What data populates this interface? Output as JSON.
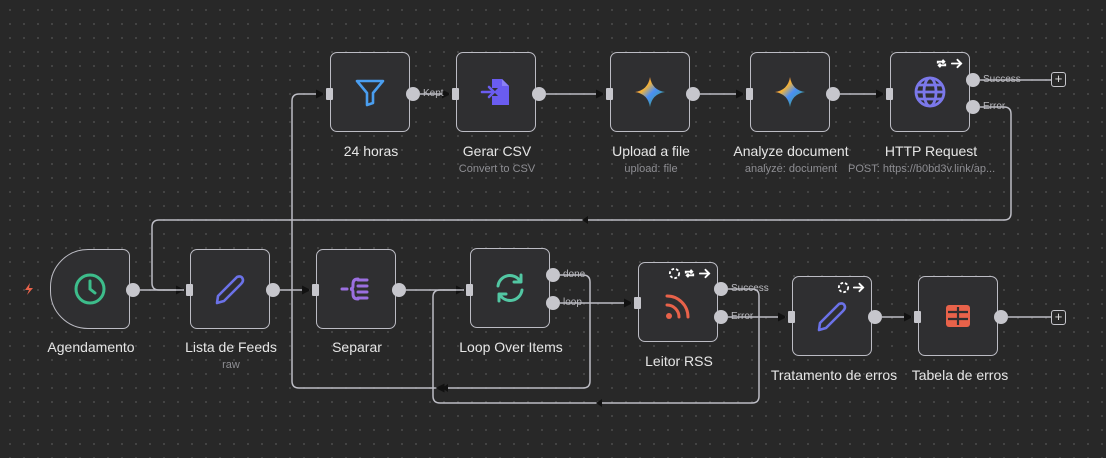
{
  "canvas": {
    "background": "#282828",
    "wire_color": "#bcbcc4"
  },
  "nodes": {
    "agendamento": {
      "label": "Agendamento",
      "icon": "clock-icon",
      "icon_color": "#3dbd8b",
      "type": "trigger"
    },
    "lista_feeds": {
      "label": "Lista de Feeds",
      "sublabel": "raw",
      "icon": "pencil-icon",
      "icon_color": "#6b72e8"
    },
    "separar": {
      "label": "Separar",
      "icon": "split-out-icon",
      "icon_color": "#9b6fe0"
    },
    "loop": {
      "label": "Loop Over Items",
      "icon": "loop-icon",
      "icon_color": "#52c7a3",
      "outputs": [
        "done",
        "loop"
      ]
    },
    "horas24": {
      "label": "24 horas",
      "icon": "filter-icon",
      "icon_color": "#4a9ef0",
      "outputs": [
        "Kept"
      ]
    },
    "gerar_csv": {
      "label": "Gerar CSV",
      "sublabel": "Convert to CSV",
      "icon": "file-import-icon",
      "icon_color": "#6a5cf0"
    },
    "upload": {
      "label": "Upload a file",
      "sublabel": "upload: file",
      "icon": "gemini-icon"
    },
    "analyze": {
      "label": "Analyze document",
      "sublabel": "analyze: document",
      "icon": "gemini-icon"
    },
    "http": {
      "label": "HTTP Request",
      "sublabel": "POST: https://b0bd3v.link/ap...",
      "icon": "globe-icon",
      "icon_color": "#7b78ea",
      "outputs": [
        "Success",
        "Error"
      ],
      "badges": [
        "retry-icon",
        "continue-icon"
      ]
    },
    "leitor": {
      "label": "Leitor RSS",
      "icon": "rss-icon",
      "icon_color": "#e8624a",
      "outputs": [
        "Success",
        "Error"
      ],
      "badges": [
        "always-output-icon",
        "retry-icon",
        "continue-icon"
      ]
    },
    "tratamento": {
      "label": "Tratamento de erros",
      "icon": "pencil-icon",
      "icon_color": "#6b72e8",
      "badges": [
        "always-output-icon",
        "continue-icon"
      ]
    },
    "tabela": {
      "label": "Tabela de erros",
      "icon": "table-icon",
      "icon_color": "#e8624a"
    }
  },
  "trigger_indicator": {
    "icon": "bolt-icon",
    "color": "#e8624a"
  },
  "add_buttons": [
    "+",
    "+"
  ]
}
